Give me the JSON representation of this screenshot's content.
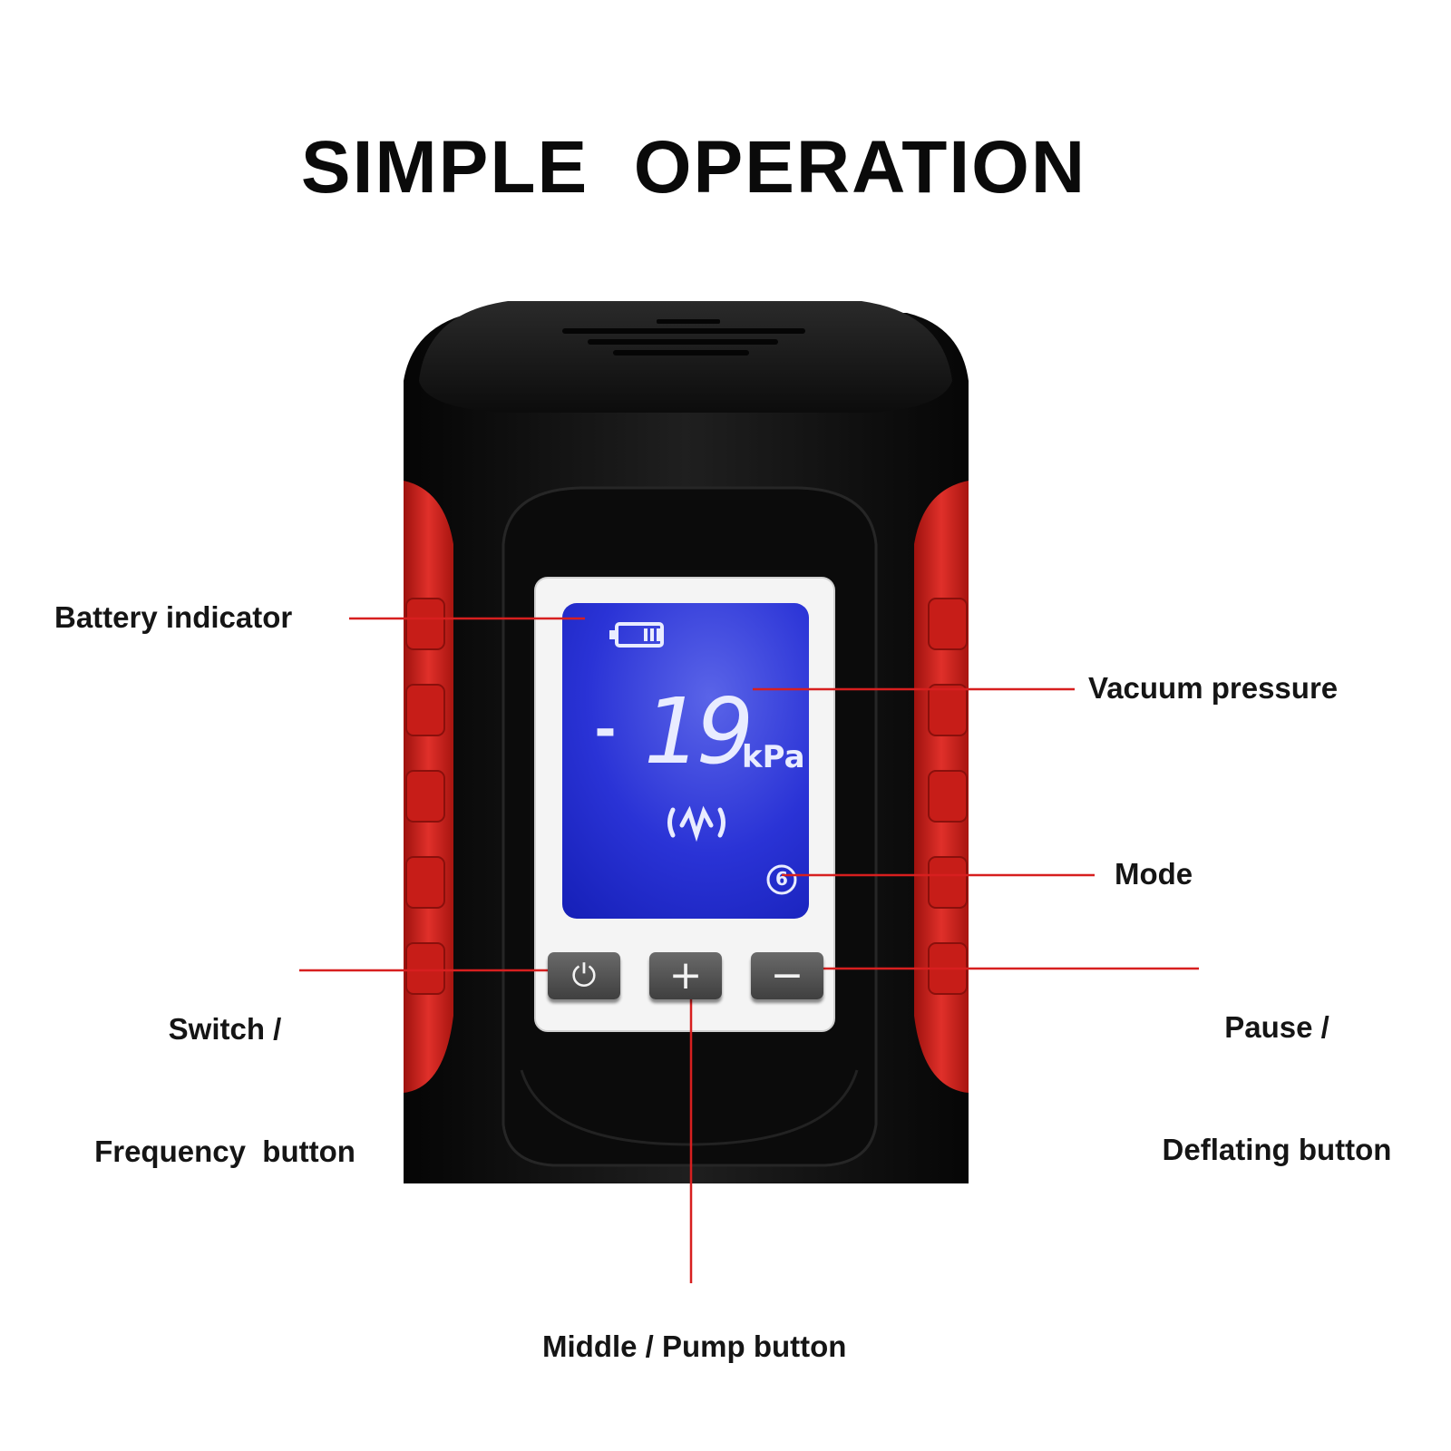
{
  "title": "SIMPLE  OPERATION",
  "labels": {
    "battery": "Battery indicator",
    "vacuum": "Vacuum pressure",
    "mode": "Mode",
    "switch_line1": "Switch /",
    "switch_line2": "Frequency  button",
    "pause_line1": "Pause /",
    "pause_line2": "Deflating button",
    "middle": "Middle / Pump button"
  },
  "display": {
    "sign": "-",
    "value": "19",
    "unit": "kPa",
    "mode_value": "6"
  },
  "buttons": {
    "power": "⏻",
    "plus": "+",
    "minus": "−"
  },
  "colors": {
    "body": "#121212",
    "grip": "#d8261e",
    "screen": "#2530d6",
    "leader": "#d71f1f"
  }
}
